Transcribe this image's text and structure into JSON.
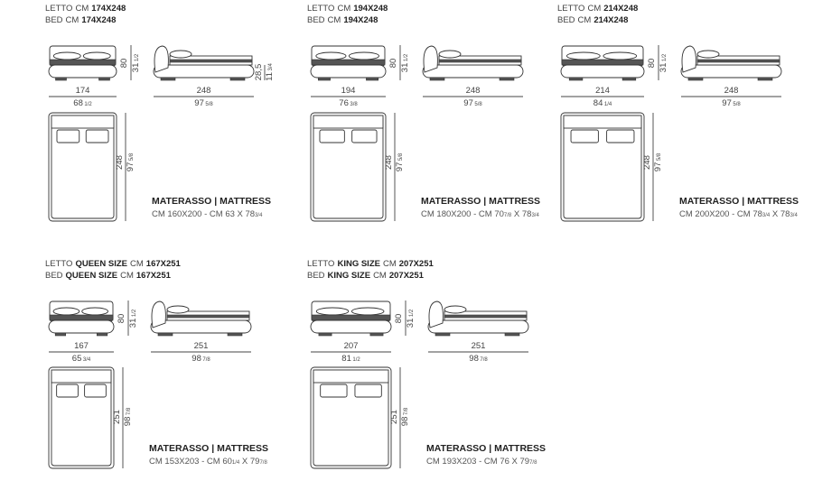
{
  "cells": [
    {
      "label_it": "LETTO",
      "label_en": "BED",
      "size_name": "",
      "cm": "CM",
      "size": "174X248",
      "width": "174",
      "width_in": {
        "w": "68",
        "f": "1/2"
      },
      "length": "248",
      "length_in": {
        "w": "97",
        "f": "5/8"
      },
      "height": "80",
      "height_in": {
        "w": "31",
        "f": "1/2"
      },
      "base_height": "28,5",
      "base_height_in": {
        "w": "11",
        "f": "3/4"
      },
      "mattress_title": "MATERASSO | MATTRESS",
      "mattress_cm": "CM 160X200",
      "sep1": " - CM ",
      "sep2": " X ",
      "mattress_in": [
        {
          "w": "63",
          "f": ""
        },
        {
          "w": "78",
          "f": "3/4"
        }
      ]
    },
    {
      "label_it": "LETTO",
      "label_en": "BED",
      "size_name": "",
      "cm": "CM",
      "size": "194X248",
      "width": "194",
      "width_in": {
        "w": "76",
        "f": "3/8"
      },
      "length": "248",
      "length_in": {
        "w": "97",
        "f": "5/8"
      },
      "height": "80",
      "height_in": {
        "w": "31",
        "f": "1/2"
      },
      "mattress_title": "MATERASSO | MATTRESS",
      "mattress_cm": "CM 180X200",
      "sep1": " - CM ",
      "sep2": " X ",
      "mattress_in": [
        {
          "w": "70",
          "f": "7/8"
        },
        {
          "w": "78",
          "f": "3/4"
        }
      ]
    },
    {
      "label_it": "LETTO",
      "label_en": "BED",
      "size_name": "",
      "cm": "CM",
      "size": "214X248",
      "width": "214",
      "width_in": {
        "w": "84",
        "f": "1/4"
      },
      "length": "248",
      "length_in": {
        "w": "97",
        "f": "5/8"
      },
      "height": "80",
      "height_in": {
        "w": "31",
        "f": "1/2"
      },
      "mattress_title": "MATERASSO | MATTRESS",
      "mattress_cm": "CM 200X200",
      "sep1": " - CM ",
      "sep2": " X ",
      "mattress_in": [
        {
          "w": "78",
          "f": "3/4"
        },
        {
          "w": "78",
          "f": "3/4"
        }
      ]
    },
    {
      "label_it": "LETTO",
      "label_en": "BED",
      "size_name": "QUEEN SIZE",
      "cm": "CM",
      "size": "167X251",
      "width": "167",
      "width_in": {
        "w": "65",
        "f": "3/4"
      },
      "length": "251",
      "length_in": {
        "w": "98",
        "f": "7/8"
      },
      "height": "80",
      "height_in": {
        "w": "31",
        "f": "1/2"
      },
      "mattress_title": "MATERASSO | MATTRESS",
      "mattress_cm": "CM 153X203",
      "sep1": " - CM ",
      "sep2": " X ",
      "mattress_in": [
        {
          "w": "60",
          "f": "1/4"
        },
        {
          "w": "79",
          "f": "7/8"
        }
      ]
    },
    {
      "label_it": "LETTO",
      "label_en": "BED",
      "size_name": "KING SIZE",
      "cm": "CM",
      "size": "207X251",
      "width": "207",
      "width_in": {
        "w": "81",
        "f": "1/2"
      },
      "length": "251",
      "length_in": {
        "w": "98",
        "f": "7/8"
      },
      "height": "80",
      "height_in": {
        "w": "31",
        "f": "1/2"
      },
      "mattress_title": "MATERASSO | MATTRESS",
      "mattress_cm": "CM 193X203",
      "sep1": " - CM ",
      "sep2": " X ",
      "mattress_in": [
        {
          "w": "76",
          "f": ""
        },
        {
          "w": "79",
          "f": "7/8"
        }
      ]
    }
  ]
}
